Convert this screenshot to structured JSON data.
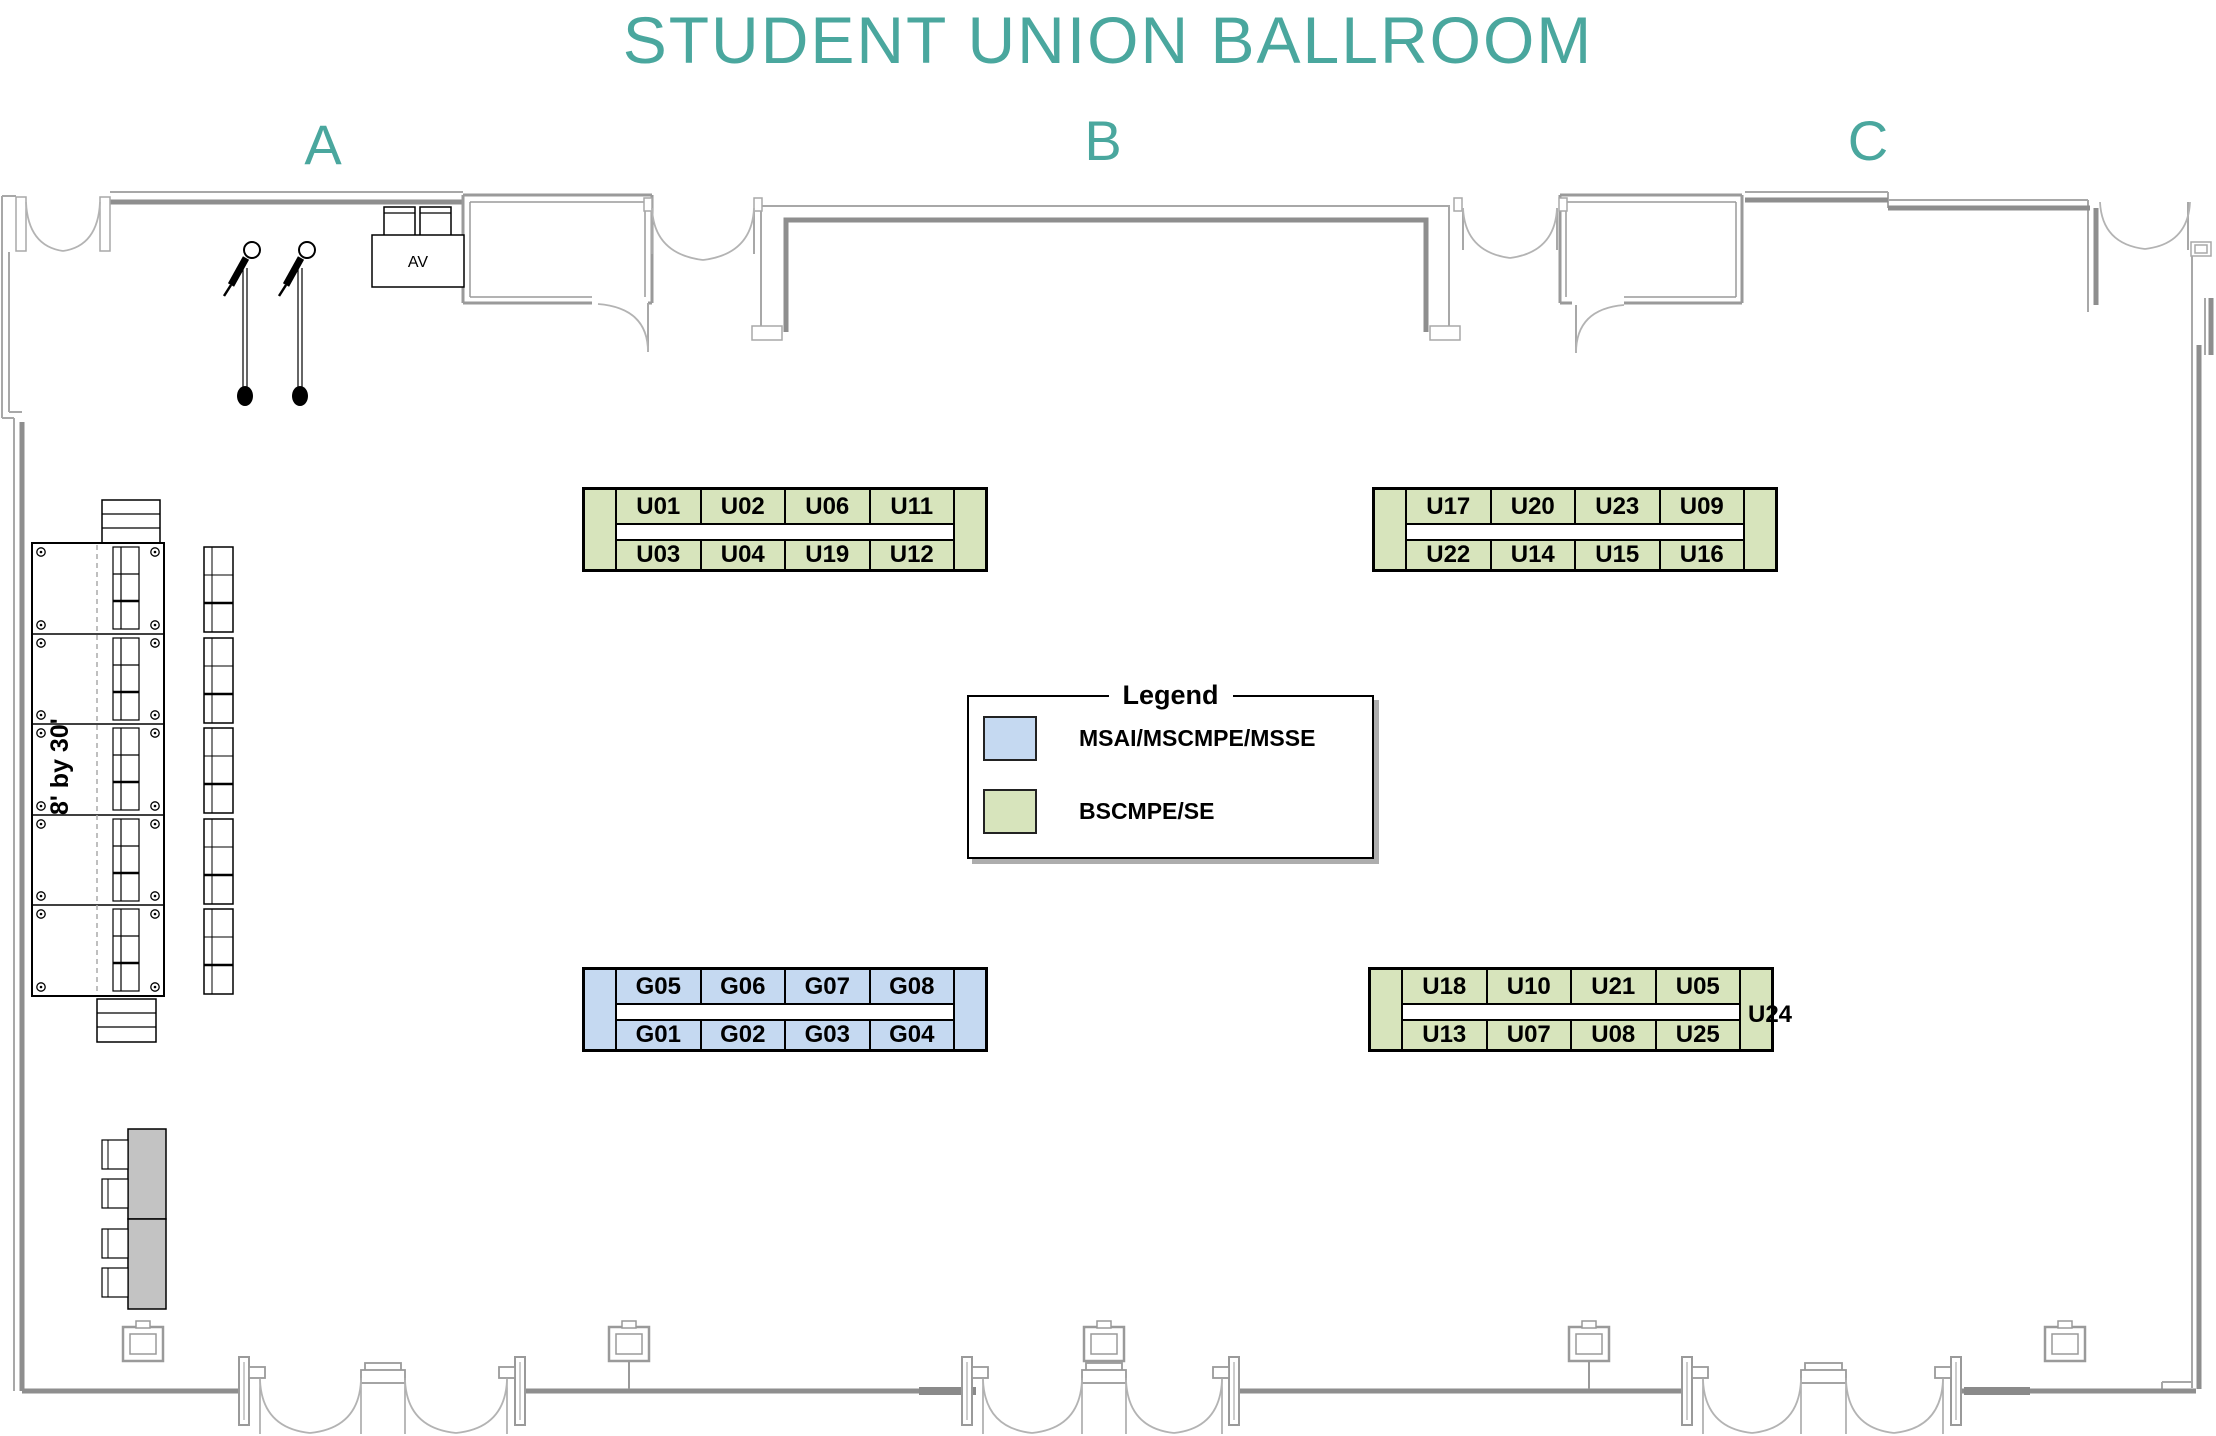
{
  "title": "STUDENT UNION BALLROOM",
  "section_labels": {
    "a": "A",
    "b": "B",
    "c": "C"
  },
  "stage": {
    "size_label": "8' by 30'"
  },
  "av_box": {
    "label": "AV"
  },
  "legend": {
    "title": "Legend",
    "items": [
      {
        "label": "MSAI/MSCMPE/MSSE",
        "color": "#C5D9F1"
      },
      {
        "label": "BSCMPE/SE",
        "color": "#D7E4BC"
      }
    ]
  },
  "colors": {
    "title_teal": "#4AA79E",
    "booth_green": "#D7E4BC",
    "booth_blue": "#C5D9F1",
    "wall_gray": "#A8A8A8"
  },
  "booth_groups": [
    {
      "id": "upper-left",
      "color": "green",
      "top_row": [
        "U01",
        "U02",
        "U06",
        "U11"
      ],
      "bottom_row": [
        "U03",
        "U04",
        "U19",
        "U12"
      ]
    },
    {
      "id": "upper-right",
      "color": "green",
      "top_row": [
        "U17",
        "U20",
        "U23",
        "U09"
      ],
      "bottom_row": [
        "U22",
        "U14",
        "U15",
        "U16"
      ]
    },
    {
      "id": "lower-left",
      "color": "blue",
      "top_row": [
        "G05",
        "G06",
        "G07",
        "G08"
      ],
      "bottom_row": [
        "G01",
        "G02",
        "G03",
        "G04"
      ]
    },
    {
      "id": "lower-right",
      "color": "green",
      "top_row": [
        "U18",
        "U10",
        "U21",
        "U05"
      ],
      "bottom_row": [
        "U13",
        "U07",
        "U08",
        "U25"
      ],
      "end_label": "U24"
    }
  ]
}
